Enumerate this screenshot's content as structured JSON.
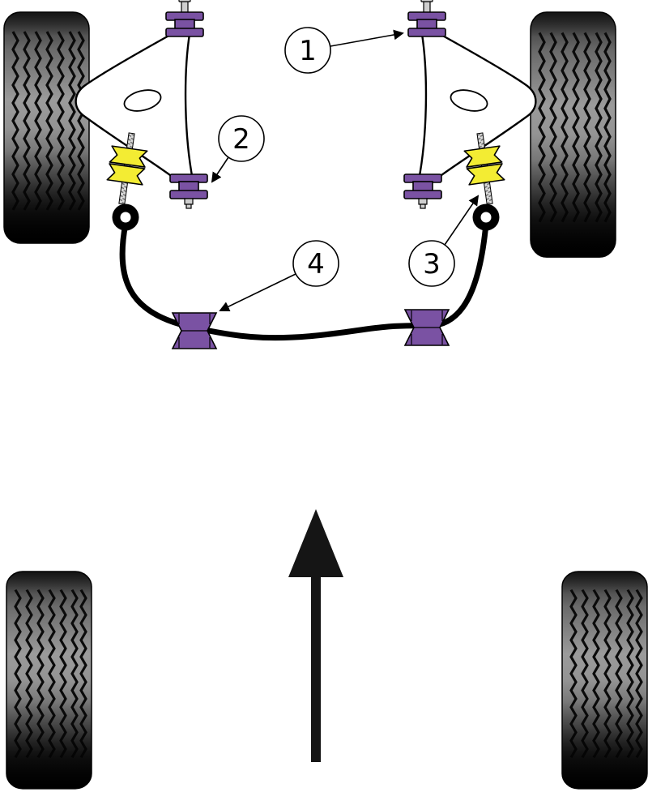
{
  "diagram": {
    "name": "front-suspension-bush-fitting-diagram",
    "callouts": [
      {
        "label": "1",
        "points_to": "front-upper-wishbone-bush"
      },
      {
        "label": "2",
        "points_to": "front-lower-wishbone-bush"
      },
      {
        "label": "3",
        "points_to": "tie-bar-bush"
      },
      {
        "label": "4",
        "points_to": "anti-roll-bar-bush"
      }
    ],
    "direction_arrow": "up"
  },
  "colors": {
    "purple": "#7a52a3",
    "yellow": "#f3ec33",
    "steel": "#cfcfcf",
    "ink": "#000000",
    "paper": "#ffffff"
  }
}
